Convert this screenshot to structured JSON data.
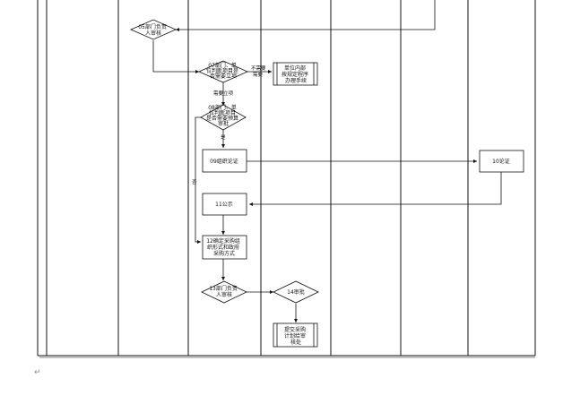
{
  "nodes": {
    "n05": [
      "05部门负责",
      "人审核"
    ],
    "n07": [
      "07部门、单",
      "位判断项目是",
      "否需要立项"
    ],
    "n_internal": [
      "单位内部",
      "按规定程序",
      "办理手续"
    ],
    "n08": [
      "08部门、单",
      "位判断项目",
      "是否需要预算",
      "审批"
    ],
    "n09": [
      "09组织论证"
    ],
    "n10": [
      "10论证"
    ],
    "n11": [
      "11公示"
    ],
    "n12": [
      "12确定采购组",
      "织形式和政府",
      "采购方式"
    ],
    "n13": [
      "13部门负责",
      "人审核"
    ],
    "n14": [
      "14审批"
    ],
    "n_submit": [
      "提交采购",
      "计划给审",
      "核处"
    ]
  },
  "edge_labels": {
    "not_required": "不需要",
    "not_required_2": "需要",
    "required_1": "需要立项",
    "yes": "是",
    "no": "否"
  },
  "footer": {
    "return_mark": "↵"
  }
}
